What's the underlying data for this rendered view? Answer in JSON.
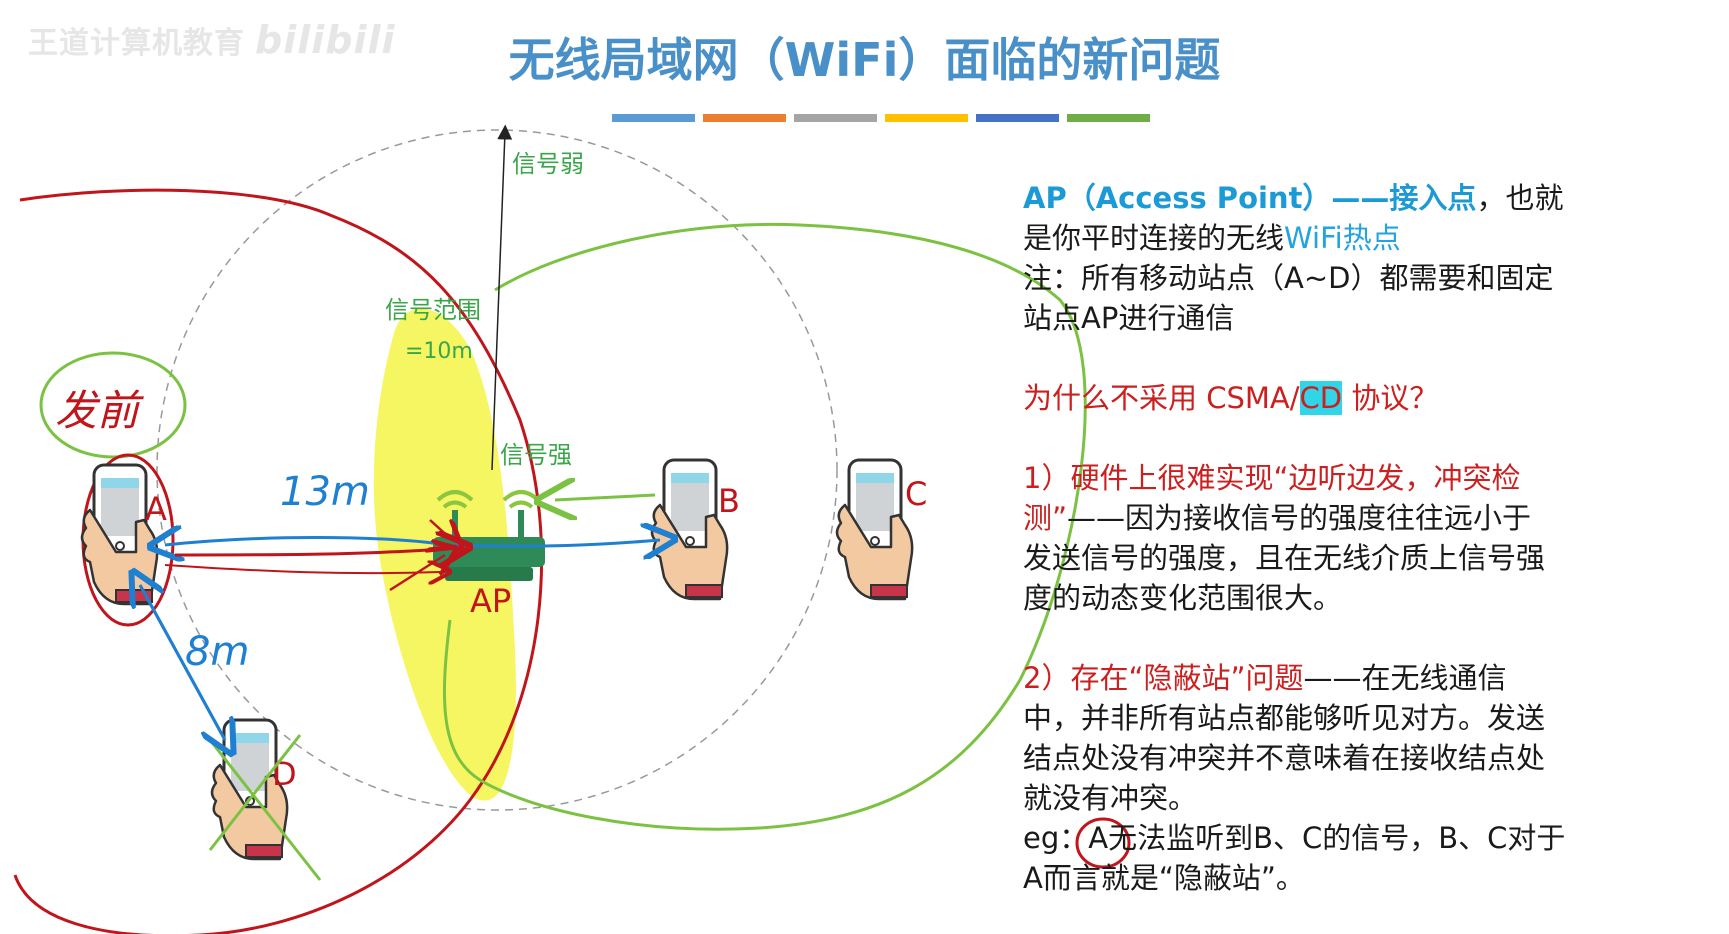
{
  "watermark": {
    "text": "王道计算机教育",
    "brand": "bilibili"
  },
  "title": "无线局域网（WiFi）面临的新问题",
  "title_bar_colors": [
    "#5b9bd5",
    "#ed7d31",
    "#a5a5a5",
    "#ffc000",
    "#4472c4",
    "#70ad47"
  ],
  "diagram": {
    "labels": {
      "weak": "信号弱",
      "strong": "信号强",
      "range": "信号范围",
      "range_value": "=10m",
      "ap": "AP",
      "a": "A",
      "b": "B",
      "c": "C",
      "d": "D",
      "dist_13": "13m",
      "dist_8": "8m",
      "send": "发前"
    }
  },
  "text": {
    "ap_lead": "AP（Access Point）——接入点",
    "ap_rest1": "，也就",
    "ap_rest2": "是你平时连接的无线",
    "ap_wifi": "WiFi热点",
    "note1": "注：所有移动站点（A~D）都需要和固定",
    "note2": "站点AP进行通信",
    "why_pre": "为什么不采用 CSMA/",
    "why_cd": "CD",
    "why_post": " 协议？",
    "p1_red1": "1）硬件上很难实现“边听边发，冲突检",
    "p1_red2": "测”",
    "p1_rest1": "——因为接收信号的强度往往远小于",
    "p1_rest2": "发送信号的强度，且在无线介质上信号强",
    "p1_rest3": "度的动态变化范围很大。",
    "p2_red": "2）存在“隐蔽站”问题",
    "p2_rest1": "——在无线通信",
    "p2_rest2": "中，并非所有站点都能够听见对方。发送",
    "p2_rest3": "结点处没有冲突并不意味着在接收结点处",
    "p2_rest4": "就没有冲突。",
    "eg1": "eg：A无法监听到B、C的信号，B、C对于",
    "eg2": "A而言就是“隐蔽站”。"
  }
}
